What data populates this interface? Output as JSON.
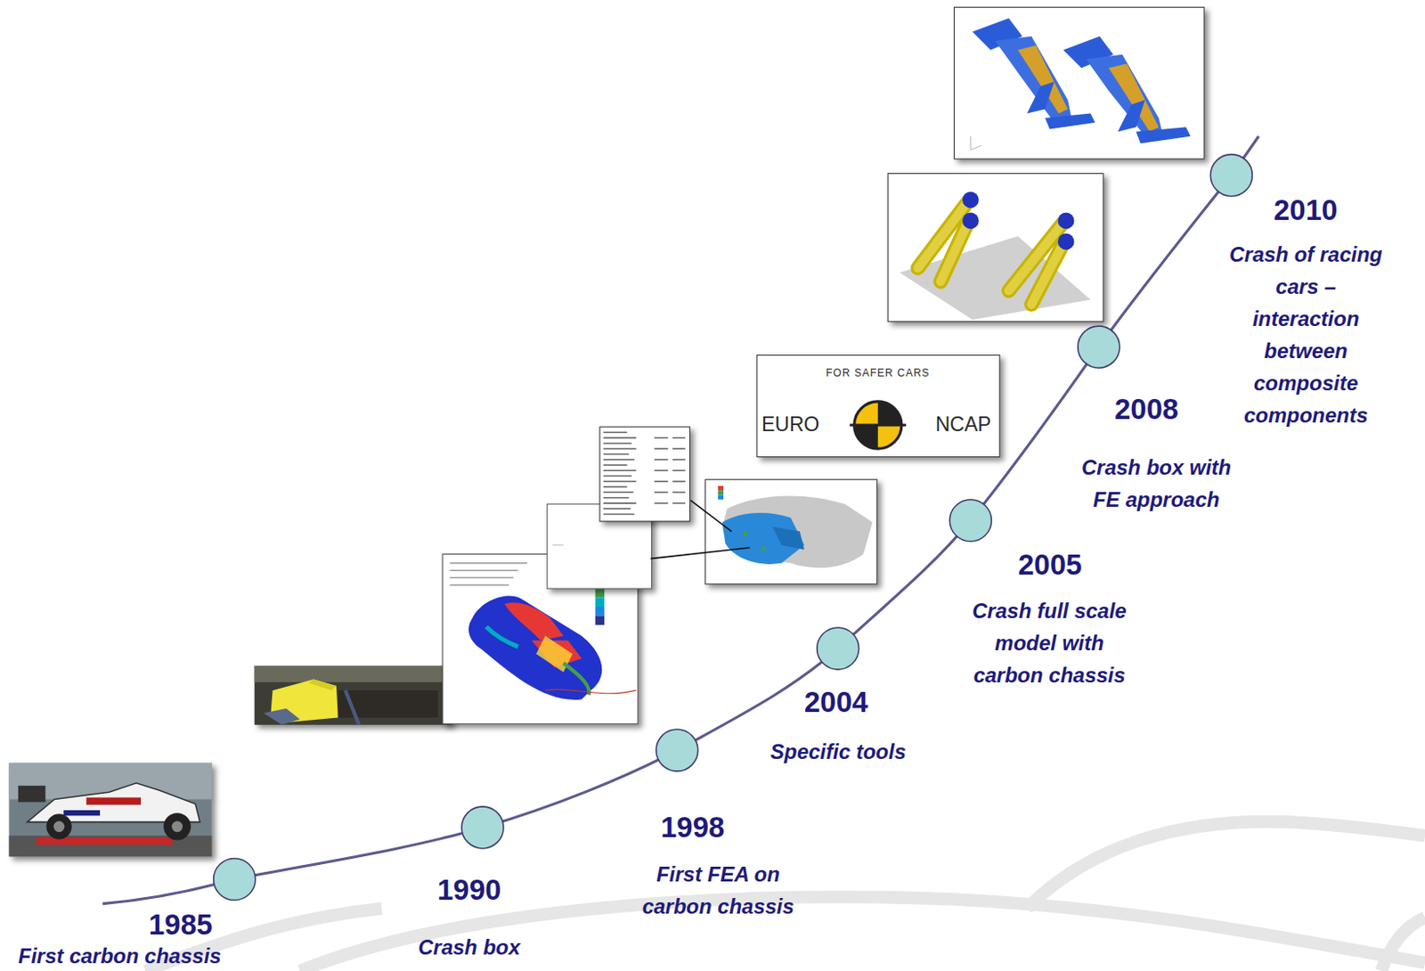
{
  "diagram": {
    "labels": [
      "1985",
      "First carbon chassis",
      "1990",
      "Crash box",
      "1998",
      "First FEA on carbon chassis",
      "2004",
      "Specific tools",
      "2005",
      "Crash full scale model with carbon chassis",
      "2008",
      "Crash box with FE approach",
      "2010",
      "Crash of racing cars – interaction between composite components",
      "FOR SAFER CARS",
      "EURO",
      "NCAP"
    ]
  }
}
